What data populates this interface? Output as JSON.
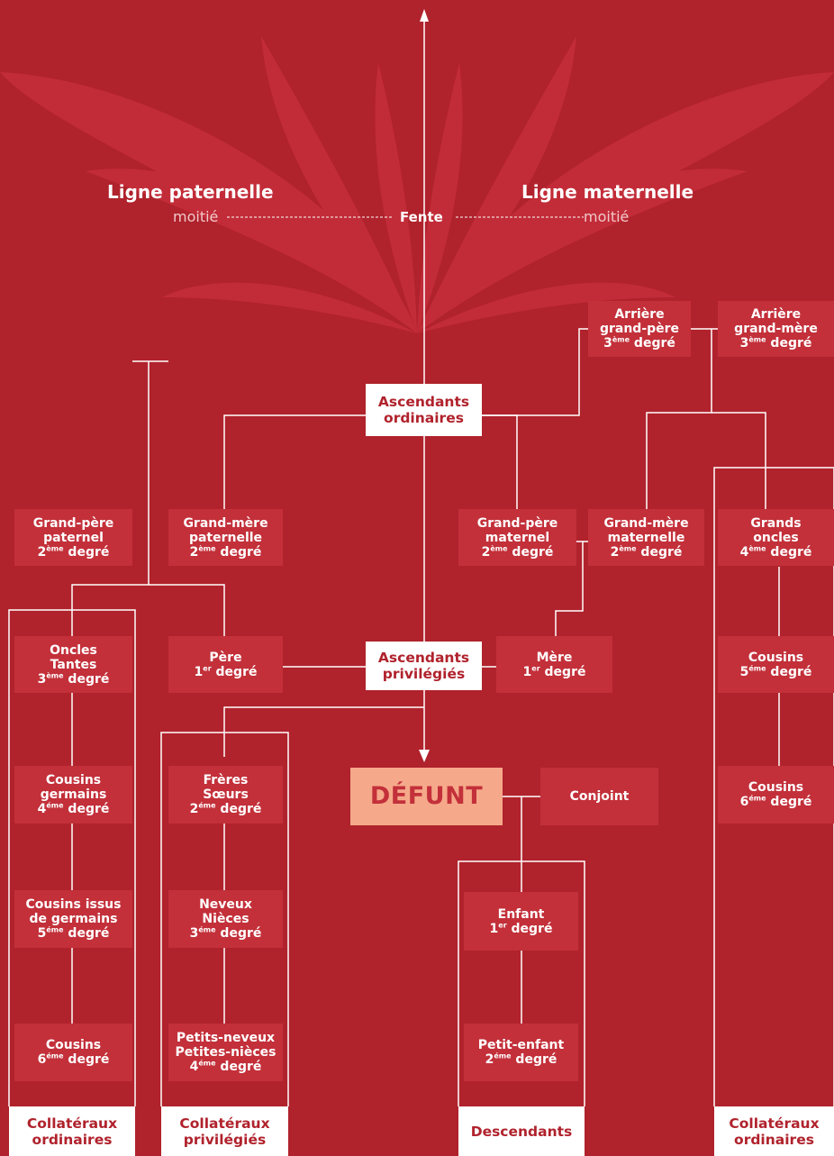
{
  "top": {
    "left_line": "Ligne paternelle",
    "right_line": "Ligne maternelle",
    "left_half": "moitié",
    "right_half": "moitié",
    "fente": "Fente"
  },
  "nodes": {
    "arriere_gp": [
      "Arrière",
      "grand-père",
      "3|ème|degré"
    ],
    "arriere_gm": [
      "Arrière",
      "grand-mère",
      "3|ème|degré"
    ],
    "asc_ord": [
      "Ascendants",
      "ordinaires"
    ],
    "gp_pat": [
      "Grand-père",
      "paternel",
      "2|ème|degré"
    ],
    "gm_pat": [
      "Grand-mère",
      "paternelle",
      "2|ème|degré"
    ],
    "gp_mat": [
      "Grand-père",
      "maternel",
      "2|ème|degré"
    ],
    "gm_mat": [
      "Grand-mère",
      "maternelle",
      "2|ème|degré"
    ],
    "grands_oncles": [
      "Grands",
      "oncles",
      "4|ème|degré"
    ],
    "oncles": [
      "Oncles",
      "Tantes",
      "3|ème|degré"
    ],
    "pere": [
      "Père",
      "1|er|degré"
    ],
    "asc_priv": [
      "Ascendants",
      "privilégiés"
    ],
    "mere": [
      "Mère",
      "1|er|degré"
    ],
    "cousins5_r": [
      "Cousins",
      "5|éme|degré"
    ],
    "cousins_germ": [
      "Cousins",
      "germains",
      "4|éme|degré"
    ],
    "freres": [
      "Frères",
      "Sœurs",
      "2|éme|degré"
    ],
    "defunt": [
      "DÉFUNT"
    ],
    "conjoint": [
      "Conjoint"
    ],
    "cousins6_r": [
      "Cousins",
      "6|éme|degré"
    ],
    "cousins_issus": [
      "Cousins issus",
      "de germains",
      "5|éme|degré"
    ],
    "neveux": [
      "Neveux",
      "Nièces",
      "3|éme|degré"
    ],
    "enfant": [
      "Enfant",
      "1|er|degré"
    ],
    "cousins6_l": [
      "Cousins",
      "6|éme|degré"
    ],
    "petits_neveux": [
      "Petits-neveux",
      "Petites-nièces",
      "4|éme|degré"
    ],
    "petit_enfant": [
      "Petit-enfant",
      "2|éme|degré"
    ],
    "coll_ord_l": [
      "Collatéraux",
      "ordinaires"
    ],
    "coll_priv": [
      "Collatéraux",
      "privilégiés"
    ],
    "descendants": [
      "Descendants"
    ],
    "coll_ord_r": [
      "Collatéraux",
      "ordinaires"
    ]
  },
  "colors": {
    "background": "#b0222c",
    "box": "#c3303a",
    "defunt": "#f5a98a",
    "line": "#ffffff",
    "leaf": "#c22c38"
  }
}
